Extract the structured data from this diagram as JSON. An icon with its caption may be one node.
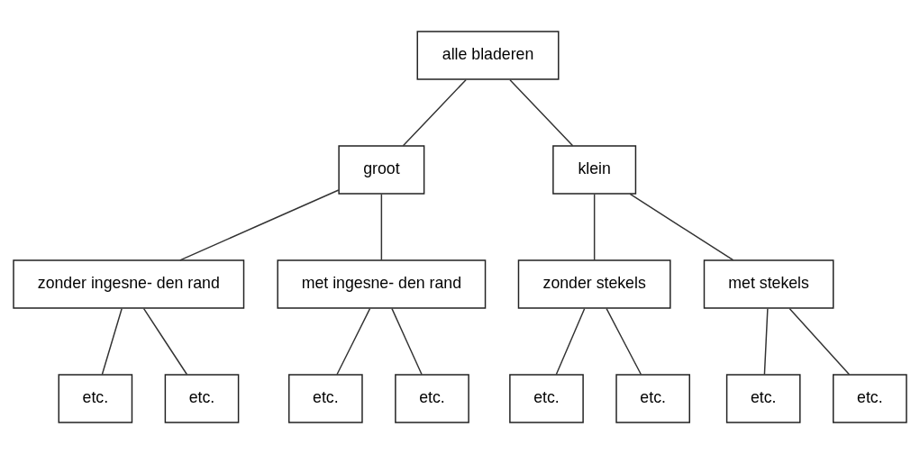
{
  "diagram": {
    "nodes": [
      {
        "text": [
          "alle bladeren"
        ]
      },
      {
        "text": [
          "groot"
        ]
      },
      {
        "text": [
          "klein"
        ]
      },
      {
        "text": [
          "zonder ingesne- den rand"
        ]
      },
      {
        "text": [
          "met ingesne- den rand"
        ]
      },
      {
        "text": [
          "zonder stekels"
        ]
      },
      {
        "text": [
          "met stekels"
        ]
      },
      {
        "text": [
          "etc."
        ]
      },
      {
        "text": [
          "etc."
        ]
      },
      {
        "text": [
          "etc."
        ]
      },
      {
        "text": [
          "etc."
        ]
      },
      {
        "text": [
          "etc."
        ]
      },
      {
        "text": [
          "etc."
        ]
      },
      {
        "text": [
          "etc."
        ]
      },
      {
        "text": [
          "etc."
        ]
      }
    ],
    "edges": [
      {
        "from": 0,
        "to": 1,
        "arrow": "none"
      },
      {
        "from": 0,
        "to": 2,
        "arrow": "none"
      },
      {
        "from": 1,
        "to": 3,
        "arrow": "none"
      },
      {
        "from": 1,
        "to": 4,
        "arrow": "none"
      },
      {
        "from": 2,
        "to": 5,
        "arrow": "none"
      },
      {
        "from": 2,
        "to": 6,
        "arrow": "none"
      },
      {
        "from": 3,
        "to": 7,
        "arrow": "none"
      },
      {
        "from": 3,
        "to": 8,
        "arrow": "none"
      },
      {
        "from": 4,
        "to": 9,
        "arrow": "none"
      },
      {
        "from": 4,
        "to": 10,
        "arrow": "none"
      },
      {
        "from": 5,
        "to": 11,
        "arrow": "none"
      },
      {
        "from": 5,
        "to": 12,
        "arrow": "none"
      },
      {
        "from": 6,
        "to": 13,
        "arrow": "none"
      },
      {
        "from": 6,
        "to": 14,
        "arrow": "none"
      }
    ]
  }
}
